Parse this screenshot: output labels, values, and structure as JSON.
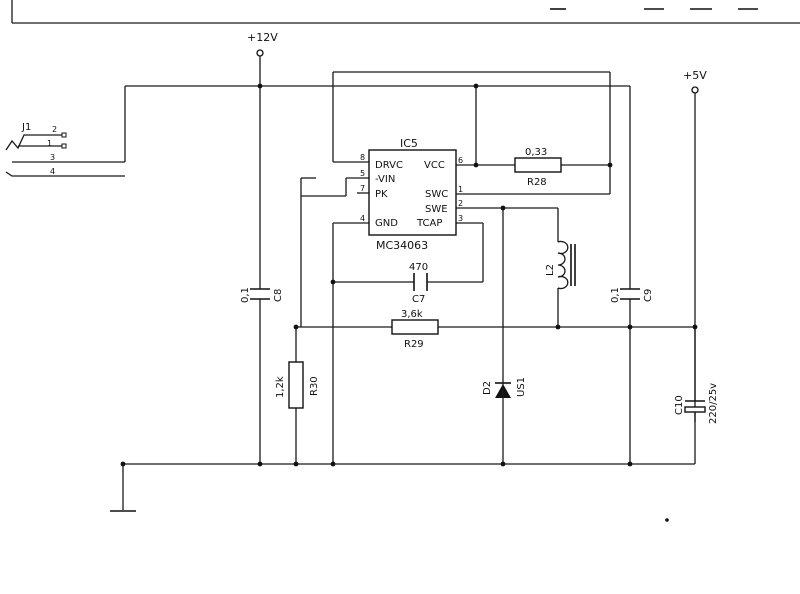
{
  "supply_12v": "+12V",
  "supply_5v": "+5V",
  "connector": {
    "ref": "J1",
    "pins": [
      "2",
      "1",
      "3",
      "4"
    ]
  },
  "ic": {
    "ref": "IC5",
    "part": "MC34063",
    "pin_labels": {
      "drvc": "DRVC",
      "vin": "-VIN",
      "pk": "PK",
      "gnd": "GND",
      "vcc": "VCC",
      "swc": "SWC",
      "swe": "SWE",
      "tcap": "TCAP"
    },
    "pin_numbers": {
      "drvc": "8",
      "vin": "5",
      "pk": "7",
      "gnd": "4",
      "vcc": "6",
      "swc": "1",
      "swe": "2",
      "tcap": "3"
    }
  },
  "components": {
    "r28": {
      "ref": "R28",
      "value": "0,33"
    },
    "r29": {
      "ref": "R29",
      "value": "3,6k"
    },
    "r30": {
      "ref": "R30",
      "value": "1,2k"
    },
    "c7": {
      "ref": "C7",
      "value": "470"
    },
    "c8": {
      "ref": "C8",
      "value": "0,1"
    },
    "c9": {
      "ref": "C9",
      "value": "0,1"
    },
    "c10": {
      "ref": "C10",
      "value": "220/25v"
    },
    "l2": {
      "ref": "L2"
    },
    "d2": {
      "ref": "D2",
      "value": "US1"
    }
  }
}
